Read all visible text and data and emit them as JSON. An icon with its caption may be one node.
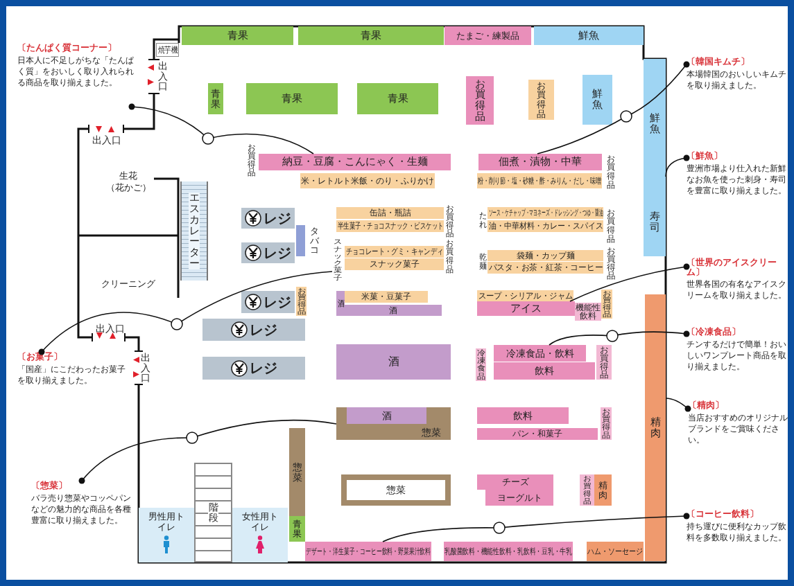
{
  "diagram": {
    "nodes": [
      {
        "text": [
          "〔たんぱく質コーナー〕",
          "日本人に不足しがちな「たんぱく質」をおいしく取り入れられる商品を取り揃えました。"
        ]
      },
      {
        "text": [
          "焼芋機"
        ]
      },
      {
        "text": [
          "青果"
        ]
      },
      {
        "text": [
          "青果"
        ]
      },
      {
        "text": [
          "たまご・練製品"
        ]
      },
      {
        "text": [
          "鮮魚"
        ]
      },
      {
        "text": [
          "〔韓国キムチ〕",
          "本場韓国のおいしいキムチを取り揃えました。"
        ]
      },
      {
        "text": [
          "青果"
        ]
      },
      {
        "text": [
          "青果"
        ]
      },
      {
        "text": [
          "青果"
        ]
      },
      {
        "text": [
          "お買得品"
        ]
      },
      {
        "text": [
          "お買得品"
        ]
      },
      {
        "text": [
          "鮮魚"
        ]
      },
      {
        "text": [
          "鮮魚"
        ]
      },
      {
        "text": [
          "寿司"
        ]
      },
      {
        "text": [
          "〔鮮魚〕",
          "豊洲市場より仕入れた新鮮なお魚を使った刺身・寿司を豊富に取り揃えました。"
        ]
      },
      {
        "text": [
          "生花",
          "（花かご）"
        ]
      },
      {
        "text": [
          "クリーニング"
        ]
      },
      {
        "text": [
          "エスカレーター"
        ]
      },
      {
        "text": [
          "納豆・豆腐・こんにゃく・生麺"
        ]
      },
      {
        "text": [
          "米・レトルト米飯・のり・ふりかけ"
        ]
      },
      {
        "text": [
          "佃煮・漬物・中華"
        ]
      },
      {
        "text": [
          "粉・削り節・塩・砂糖・酢・みりん・だし・味噌"
        ]
      },
      {
        "text": [
          "レジ"
        ]
      },
      {
        "text": [
          "タバコ"
        ]
      },
      {
        "text": [
          "レジ"
        ]
      },
      {
        "text": [
          "缶詰・瓶詰"
        ]
      },
      {
        "text": [
          "半生菓子・チョコスナック・ビスケット"
        ]
      },
      {
        "text": [
          "ソース・ケチャップ・マヨネーズ・ドレッシング・つゆ・醤油"
        ]
      },
      {
        "text": [
          "油・中華材料・カレー・スパイス"
        ]
      },
      {
        "text": [
          "スナック菓子"
        ]
      },
      {
        "text": [
          "チョコレート・グミ・キャンディ"
        ]
      },
      {
        "text": [
          "スナック菓子"
        ]
      },
      {
        "text": [
          "袋麺・カップ麺"
        ]
      },
      {
        "text": [
          "パスタ・お茶・紅茶・コーヒー"
        ]
      },
      {
        "text": [
          "〔世界のアイスクリーム〕",
          "世界各国の有名なアイスクリームを取り揃えました。"
        ]
      },
      {
        "text": [
          "レジ"
        ]
      },
      {
        "text": [
          "お買得品"
        ]
      },
      {
        "text": [
          "酒"
        ]
      },
      {
        "text": [
          "米菓・豆菓子"
        ]
      },
      {
        "text": [
          "酒"
        ]
      },
      {
        "text": [
          "スープ・シリアル・ジャム"
        ]
      },
      {
        "text": [
          "アイス"
        ]
      },
      {
        "text": [
          "機能性飲料"
        ]
      },
      {
        "text": [
          "お買得品"
        ]
      },
      {
        "text": [
          "精肉"
        ]
      },
      {
        "text": [
          "レジ"
        ]
      },
      {
        "text": [
          "〔冷凍食品〕",
          "チンするだけで簡単！おいしいワンプレート商品を取り揃えました。"
        ]
      },
      {
        "text": [
          "〔お菓子〕",
          "「国産」にこだわったお菓子を取り揃えました。"
        ]
      },
      {
        "text": [
          "レジ"
        ]
      },
      {
        "text": [
          "酒"
        ]
      },
      {
        "text": [
          "冷凍食品"
        ]
      },
      {
        "text": [
          "冷凍食品・飲料"
        ]
      },
      {
        "text": [
          "飲料"
        ]
      },
      {
        "text": [
          "お買得品"
        ]
      },
      {
        "text": [
          "〔精肉〕",
          "当店おすすめのオリジナルブランドをご賞味ください。"
        ]
      },
      {
        "text": [
          "惣菜"
        ]
      },
      {
        "text": [
          "酒"
        ],
        "in": 56
      },
      {
        "text": [
          "飲料"
        ]
      },
      {
        "text": [
          "パン・和菓子"
        ]
      },
      {
        "text": [
          "お買得品"
        ]
      },
      {
        "text": [
          "惣菜"
        ]
      },
      {
        "text": [
          "〔惣菜〕",
          "バラ売り惣菜やコッペパンなどの魅力的な商品を各種豊富に取り揃えました。"
        ]
      },
      {
        "text": [
          "惣菜"
        ]
      },
      {
        "text": [
          "チーズ"
        ]
      },
      {
        "text": [
          "ヨーグルト"
        ]
      },
      {
        "text": [
          "お買得品"
        ]
      },
      {
        "text": [
          "精肉"
        ]
      },
      {
        "text": [
          "〔コーヒー飲料〕",
          "持ち運びに便利なカップ飲料を多数取り揃えました。"
        ]
      },
      {
        "text": [
          "男性用トイレ"
        ]
      },
      {
        "text": [
          "階段"
        ]
      },
      {
        "text": [
          "女性用トイレ"
        ]
      },
      {
        "text": [
          "青果"
        ]
      },
      {
        "text": [
          "デザート・洋生菓子・コーヒー飲料・野菜果汁飲料"
        ]
      },
      {
        "text": [
          "乳酸菌飲料・機能性飲料・乳飲料・豆乳・牛乳"
        ]
      },
      {
        "text": [
          "ハム・ソーセージ"
        ]
      }
    ],
    "edges": [
      {
        "from": 0,
        "to": 19,
        "arrow": "other"
      },
      {
        "from": 6,
        "to": 21,
        "arrow": "other"
      },
      {
        "from": 15,
        "to": 13,
        "arrow": "other"
      },
      {
        "from": 35,
        "to": 42,
        "arrow": "other"
      },
      {
        "from": 47,
        "to": 52,
        "arrow": "other"
      },
      {
        "from": 48,
        "to": 30,
        "arrow": "other"
      },
      {
        "from": 55,
        "to": 45,
        "arrow": "other"
      },
      {
        "from": 62,
        "to": 56,
        "arrow": "other"
      },
      {
        "from": 68,
        "to": 73,
        "arrow": "other"
      }
    ],
    "labels": [
      "出入口",
      "出入口",
      "お買得品",
      "お買得品",
      "お買得品",
      "たれ",
      "お買得品",
      "お買得品",
      "乾麺",
      "お買得品",
      "出入口",
      "出入口"
    ]
  }
}
